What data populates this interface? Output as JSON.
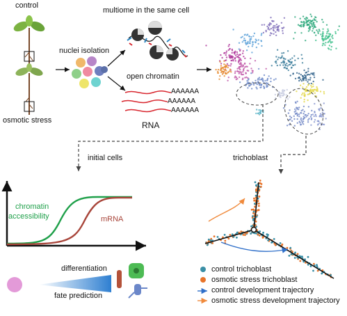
{
  "labels": {
    "control": "control",
    "osmotic_stress": "osmotic stress",
    "nuclei_isolation": "nuclei isolation",
    "multiome": "multiome in the same cell",
    "open_chromatin": "open chromatin",
    "rna": "RNA",
    "polya": "AAAAAA",
    "initial_cells": "initial cells",
    "trichoblast": "trichoblast",
    "chromatin_accessibility_1": "chromatin",
    "chromatin_accessibility_2": "accessibility",
    "mrna": "mRNA",
    "differentiation": "differentiation",
    "fate_prediction": "fate prediction"
  },
  "legend": [
    {
      "label": "control trichoblast",
      "marker": "dot",
      "color": "#3a8fa6"
    },
    {
      "label": "osmotic stress trichoblast",
      "marker": "dot",
      "color": "#e8742a"
    },
    {
      "label": "control development trajectory",
      "marker": "arrow",
      "color": "#2f6fc9"
    },
    {
      "label": "osmotic stress development trajectory",
      "marker": "arrow",
      "color": "#f08a3c"
    }
  ],
  "colors": {
    "chromatin_curve": "#1fa04a",
    "mrna_curve": "#a8453a",
    "rna_lines": "#d8262e",
    "control_dot": "#3a8fa6",
    "stress_dot": "#e8742a"
  }
}
